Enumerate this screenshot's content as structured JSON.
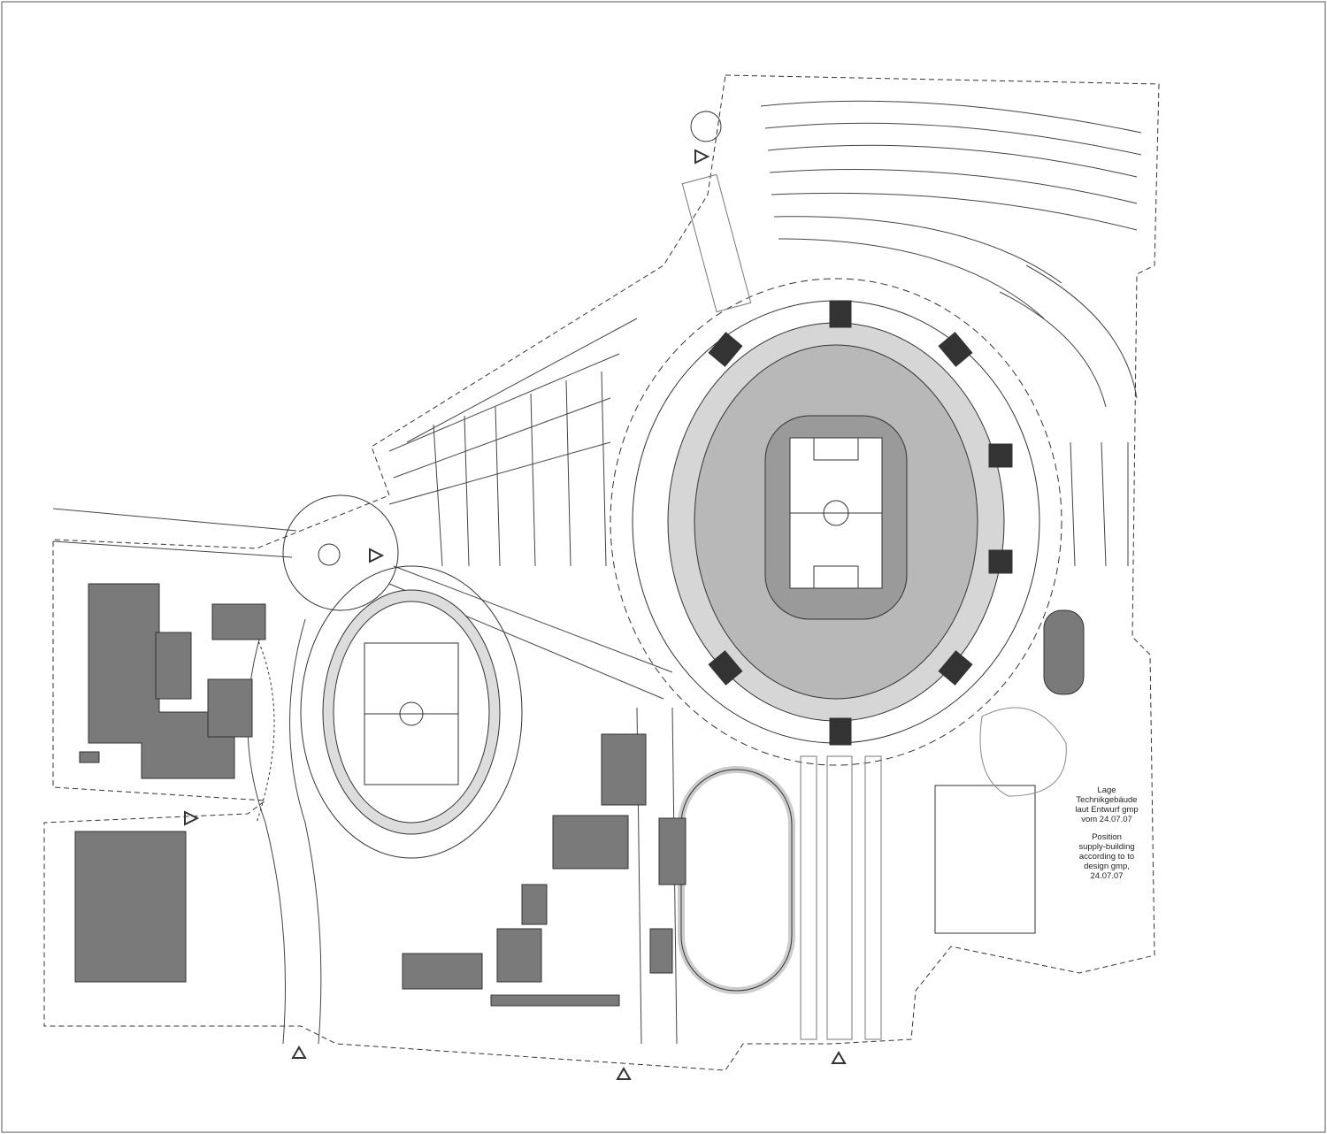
{
  "colors": {
    "building": "#7a7a7a",
    "roof": "#b8b8b8",
    "line": "#333333",
    "paper": "#ffffff"
  },
  "note": {
    "german": [
      "Lage",
      "Technikgebäude",
      "laut Entwurf gmp",
      "vom 24.07.07"
    ],
    "english": [
      "Position",
      "supply-building",
      "according to to",
      "design gmp,",
      "24.07.07"
    ]
  },
  "icons": [
    "entrance-triangle-icon",
    "level-marker-icon"
  ]
}
